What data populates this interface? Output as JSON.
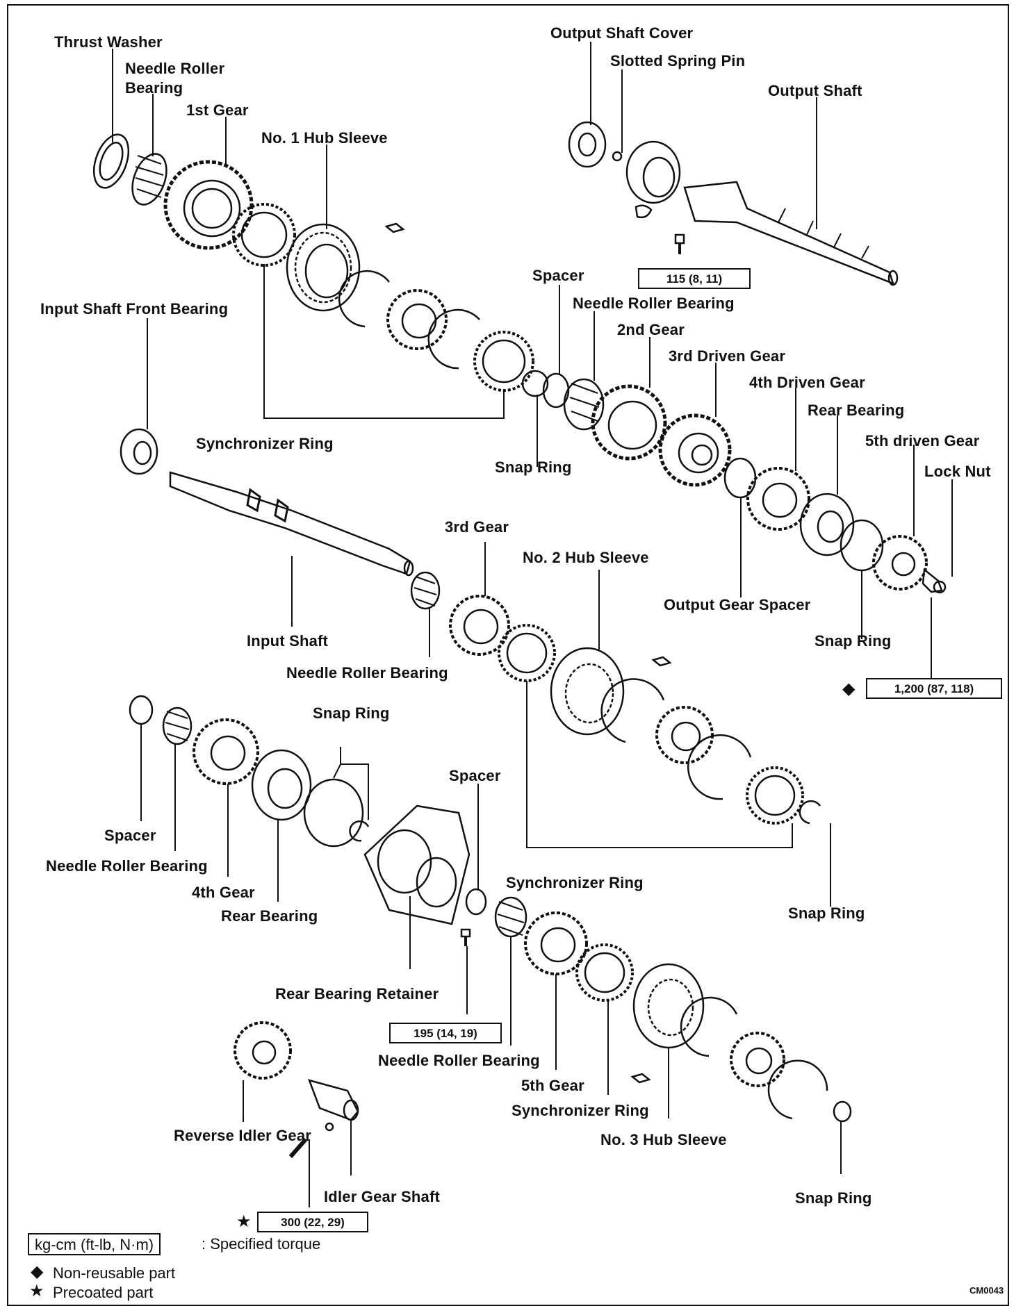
{
  "labels": {
    "thrust_washer": "Thrust Washer",
    "needle_roller_bearing_top_1": "Needle Roller",
    "needle_roller_bearing_top_2": "Bearing",
    "first_gear": "1st Gear",
    "no1_hub_sleeve": "No. 1 Hub Sleeve",
    "output_shaft_cover": "Output Shaft Cover",
    "slotted_spring_pin": "Slotted Spring Pin",
    "output_shaft": "Output Shaft",
    "spacer_top": "Spacer",
    "needle_roller_bearing_mid": "Needle Roller Bearing",
    "second_gear": "2nd Gear",
    "third_driven_gear": "3rd Driven Gear",
    "fourth_driven_gear": "4th Driven Gear",
    "rear_bearing_top": "Rear Bearing",
    "fifth_driven_gear": "5th driven Gear",
    "lock_nut": "Lock Nut",
    "input_shaft_front_bearing": "Input Shaft Front Bearing",
    "synchronizer_ring_top": "Synchronizer Ring",
    "snap_ring_top": "Snap Ring",
    "third_gear": "3rd Gear",
    "no2_hub_sleeve": "No. 2 Hub Sleeve",
    "output_gear_spacer": "Output Gear Spacer",
    "input_shaft": "Input Shaft",
    "needle_roller_bearing_input": "Needle Roller Bearing",
    "snap_ring_right": "Snap Ring",
    "snap_ring_lower": "Snap Ring",
    "spacer_lower_mid": "Spacer",
    "spacer_left": "Spacer",
    "needle_roller_bearing_left": "Needle Roller Bearing",
    "fourth_gear": "4th Gear",
    "rear_bearing_lower": "Rear Bearing",
    "synchronizer_ring_mid": "Synchronizer Ring",
    "snap_ring_mid_right": "Snap Ring",
    "rear_bearing_retainer": "Rear Bearing Retainer",
    "needle_roller_bearing_bottom": "Needle Roller Bearing",
    "fifth_gear": "5th Gear",
    "synchronizer_ring_bottom": "Synchronizer Ring",
    "no3_hub_sleeve": "No. 3 Hub Sleeve",
    "reverse_idler_gear": "Reverse Idler Gear",
    "idler_gear_shaft": "Idler Gear Shaft",
    "snap_ring_bottom": "Snap Ring"
  },
  "torque": {
    "output_shaft_bolt": "115 (8, 11)",
    "lock_nut": "1,200 (87, 118)",
    "retainer_bolt": "195 (14, 19)",
    "idler_bolt": "300 (22, 29)"
  },
  "symbols": {
    "non_reusable": "◆",
    "precoated": "★"
  },
  "legend": {
    "unit_box": "kg-cm (ft-lb, N·m)",
    "unit_desc": ":  Specified torque",
    "non_reusable": "Non-reusable part",
    "precoated": "Precoated part"
  },
  "figure_code": "CM0043"
}
